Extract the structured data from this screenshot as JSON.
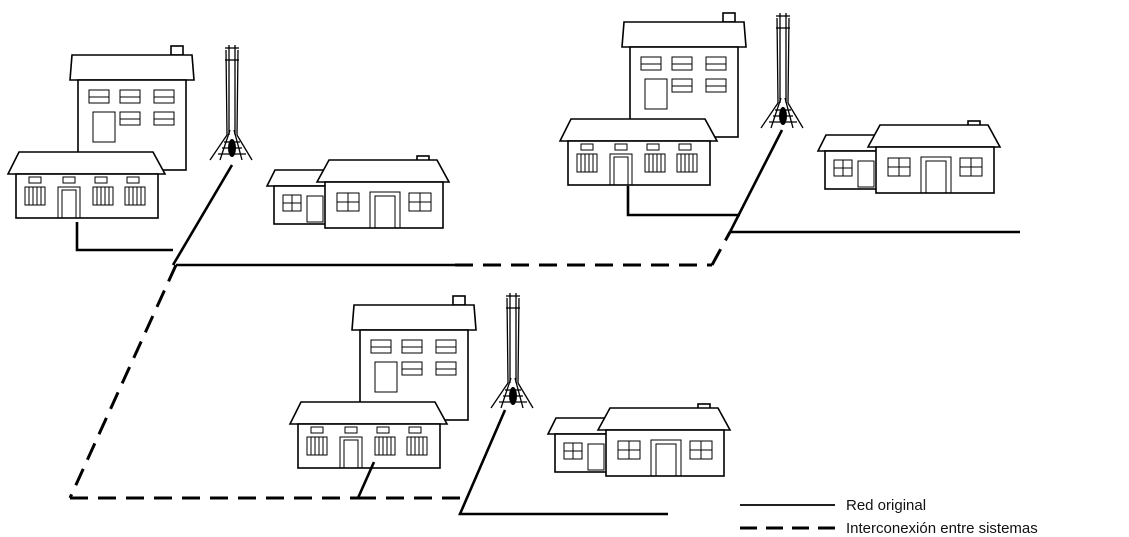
{
  "legend": {
    "solid_label": "Red original",
    "dashed_label": "Interconexión entre sistemas"
  },
  "clusters": [
    {
      "id": "top-left",
      "items": [
        "two-story-house",
        "tower",
        "ranch-house"
      ]
    },
    {
      "id": "top-right",
      "items": [
        "two-story-house",
        "tower",
        "ranch-house"
      ]
    },
    {
      "id": "bottom-center",
      "items": [
        "two-story-house",
        "tower",
        "ranch-house"
      ]
    }
  ],
  "colors": {
    "line": "#000000",
    "background": "#ffffff"
  },
  "icons": [
    "two-story-house-icon",
    "ranch-house-icon",
    "radio-tower-icon"
  ]
}
